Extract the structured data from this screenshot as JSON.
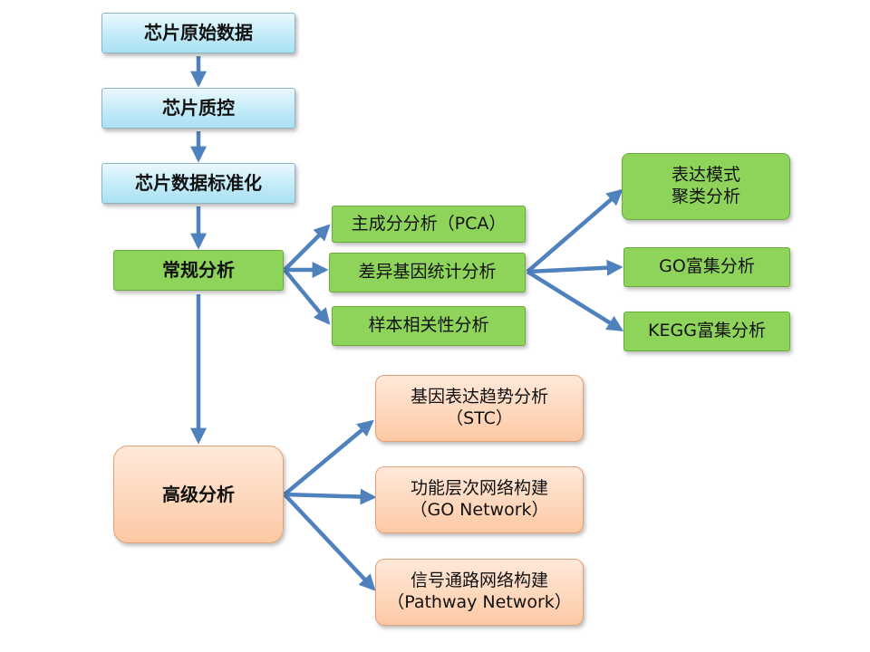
{
  "colors": {
    "arrow": "#4f81bd"
  },
  "nodes": {
    "raw": "芯片原始数据",
    "qc": "芯片质控",
    "norm": "芯片数据标准化",
    "routine": "常规分析",
    "pca": "主成分分析（PCA）",
    "deg": "差异基因统计分析",
    "corr": "样本相关性分析",
    "cluster_1": "表达模式",
    "cluster_2": "聚类分析",
    "go": "GO富集分析",
    "kegg": "KEGG富集分析",
    "advanced": "高级分析",
    "stc_1": "基因表达趋势分析",
    "stc_2": "（STC）",
    "gonet_1": "功能层次网络构建",
    "gonet_2": "（GO Network）",
    "path_1": "信号通路网络构建",
    "path_2": "（Pathway Network）"
  }
}
